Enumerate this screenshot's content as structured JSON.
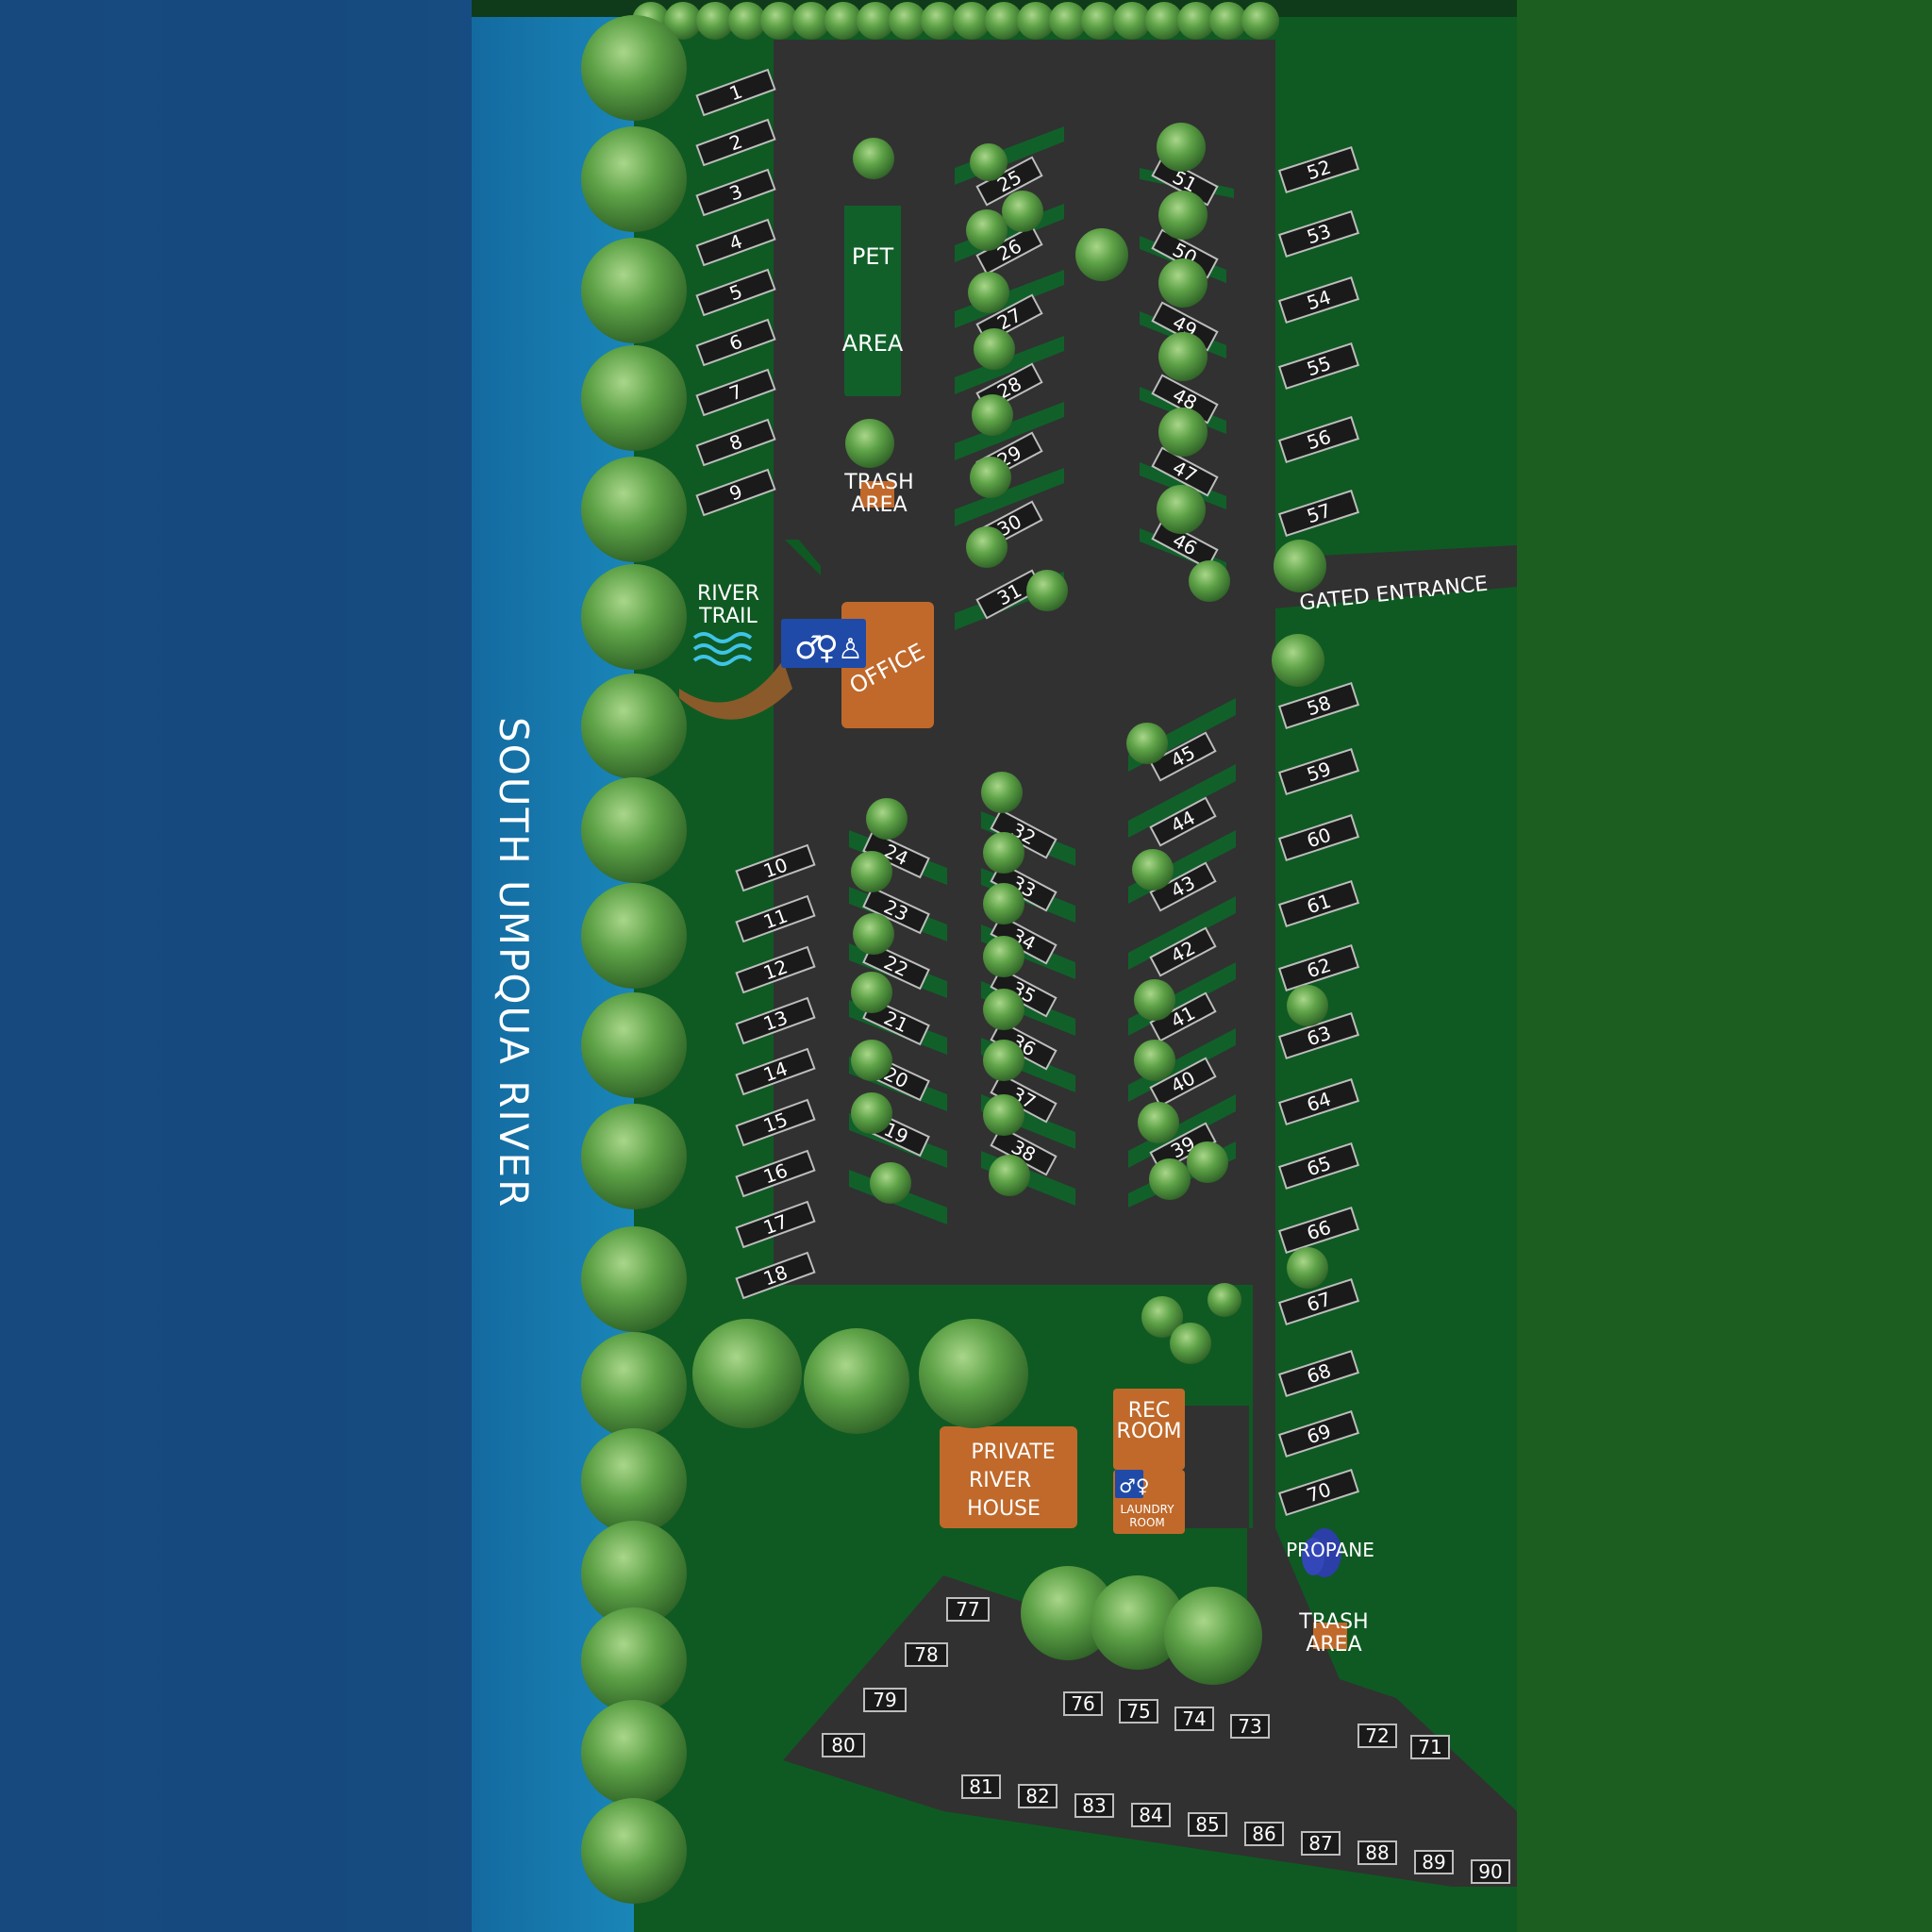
{
  "labels": {
    "river": "SOUTH UMPQUA RIVER",
    "pet_area_1": "PET",
    "pet_area_2": "AREA",
    "trash_1": "TRASH",
    "trash_2": "AREA",
    "river_trail_1": "RIVER",
    "river_trail_2": "TRAIL",
    "office": "OFFICE",
    "gated_entrance": "GATED ENTRANCE",
    "rec_room_1": "REC",
    "rec_room_2": "ROOM",
    "laundry_1": "LAUNDRY",
    "laundry_2": "ROOM",
    "private_house_1": "PRIVATE",
    "private_house_2": "RIVER",
    "private_house_3": "HOUSE",
    "propane": "PROPANE",
    "trash2_1": "TRASH",
    "trash2_2": "AREA"
  },
  "icons": [
    "restroom-men-icon",
    "restroom-women-icon",
    "family-restroom-icon",
    "shower-icon",
    "propane-tank-icon",
    "water-waves-icon"
  ],
  "colors": {
    "river": "#15497e",
    "grass": "#1b5e20",
    "lawn": "#0f5a22",
    "pavement": "#313131",
    "building": "#c0692b",
    "restroom_sign": "#1f4aa8",
    "site_pad": "#1a1a1a"
  },
  "sites": {
    "west_river": [
      "1",
      "2",
      "3",
      "4",
      "5",
      "6",
      "7",
      "8",
      "9"
    ],
    "west_lower": [
      "10",
      "11",
      "12",
      "13",
      "14",
      "15",
      "16",
      "17",
      "18"
    ],
    "row_b_lower": [
      "24",
      "23",
      "22",
      "21",
      "20",
      "19"
    ],
    "row_c_upper": [
      "25",
      "26",
      "27",
      "28",
      "29",
      "30",
      "31"
    ],
    "row_c_lower": [
      "32",
      "33",
      "34",
      "35",
      "36",
      "37",
      "38"
    ],
    "row_d_lower": [
      "45",
      "44",
      "43",
      "42",
      "41",
      "40",
      "39"
    ],
    "row_d_upper": [
      "51",
      "50",
      "49",
      "48",
      "47",
      "46"
    ],
    "east": [
      "52",
      "53",
      "54",
      "55",
      "56",
      "57",
      "58",
      "59",
      "60",
      "61",
      "62",
      "63",
      "64",
      "65",
      "66",
      "67",
      "68",
      "69",
      "70"
    ],
    "south_east": [
      "72",
      "71"
    ],
    "south_row": [
      "76",
      "75",
      "74",
      "73"
    ],
    "triangle": [
      "77",
      "78",
      "79",
      "80"
    ],
    "bottom": [
      "81",
      "82",
      "83",
      "84",
      "85",
      "86",
      "87",
      "88",
      "89",
      "90"
    ]
  }
}
